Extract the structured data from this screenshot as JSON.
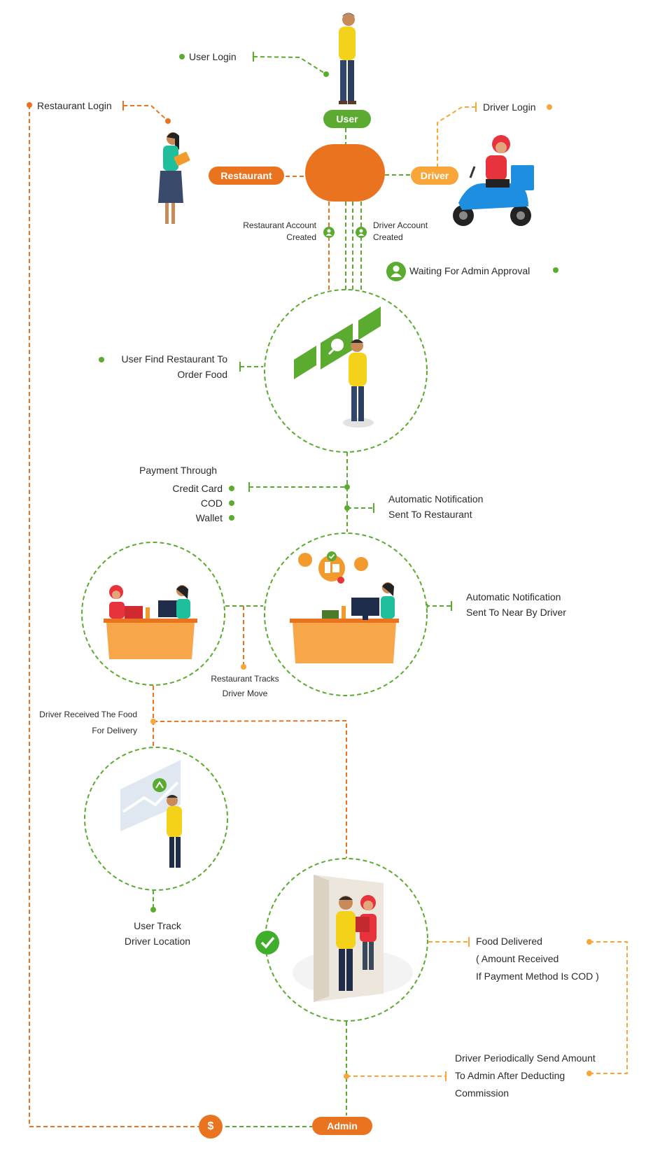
{
  "actors": {
    "user": "User",
    "restaurant": "Restaurant",
    "driver": "Driver",
    "admin": "Admin"
  },
  "labels": {
    "user_login": "User Login",
    "restaurant_login": "Restaurant Login",
    "driver_login": "Driver  Login",
    "restaurant_account_created": [
      "Restaurant Account",
      "Created"
    ],
    "driver_account_created": [
      "Driver Account",
      "Created"
    ],
    "waiting_approval": "Waiting For Admin Approval",
    "user_find_restaurant": [
      "User Find Restaurant To",
      "Order Food"
    ],
    "payment_through": "Payment Through",
    "payment_options": [
      "Credit Card",
      "COD",
      "Wallet"
    ],
    "notify_restaurant": [
      "Automatic  Notification",
      "Sent To Restaurant"
    ],
    "notify_driver": [
      "Automatic  Notification",
      "Sent To Near By Driver"
    ],
    "restaurant_tracks": [
      "Restaurant Tracks",
      "Driver Move"
    ],
    "driver_received": [
      "Driver Received The Food",
      "For Delivery"
    ],
    "user_track": [
      "User Track",
      "Driver Location"
    ],
    "food_delivered": [
      "Food Delivered",
      "( Amount Received",
      "If Payment Method Is COD )"
    ],
    "driver_send_amount": [
      "Driver Periodically Send Amount",
      "To Admin After Deducting",
      "Commission"
    ],
    "dollar_symbol": "$"
  },
  "colors": {
    "green": "#5aab2f",
    "orange": "#ea7320",
    "light_orange": "#f8a53a"
  },
  "icons": [
    "person-icon",
    "check-icon",
    "food-tag-icon",
    "map-route-icon",
    "dollar-icon"
  ]
}
